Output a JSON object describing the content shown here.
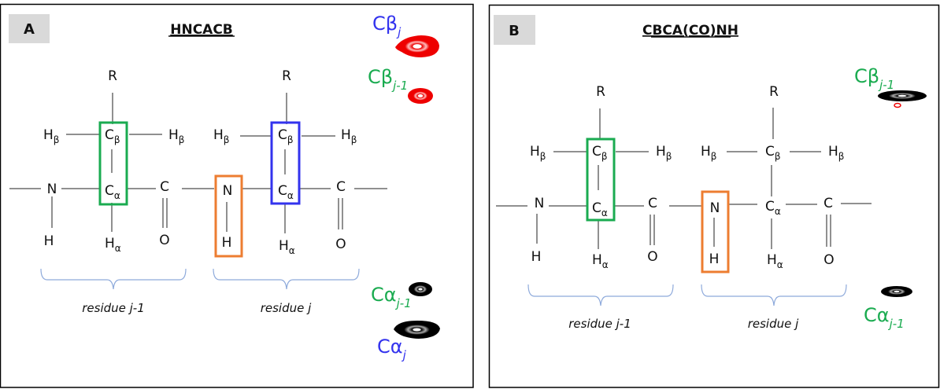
{
  "colors": {
    "green": "#1aab50",
    "blue": "#3333ee",
    "orange": "#ed7d31",
    "peak_red": "#ee0000",
    "peak_black": "#000000",
    "label_bg": "#d9d9d9",
    "brace": "#8eaadb"
  },
  "atoms": {
    "R": "R",
    "H": "H",
    "N": "N",
    "C": "C",
    "O": "O",
    "beta": "β",
    "alpha": "α"
  },
  "panels": [
    {
      "label": "A",
      "title": "HNCACB",
      "residues": [
        "residue j-1",
        "residue j"
      ],
      "highlights": [
        {
          "atoms": "Cβ–Cα of residue j-1",
          "color": "green"
        },
        {
          "atoms": "N–H of residue j",
          "color": "orange"
        },
        {
          "atoms": "Cβ–Cα of residue j",
          "color": "blue"
        }
      ],
      "peaks": [
        {
          "base": "Cβ",
          "sub": "j",
          "label_color": "blue",
          "peak_color": "red"
        },
        {
          "base": "Cβ",
          "sub": "j-1",
          "label_color": "green",
          "peak_color": "red"
        },
        {
          "base": "Cα",
          "sub": "j-1",
          "label_color": "green",
          "peak_color": "black"
        },
        {
          "base": "Cα",
          "sub": "j",
          "label_color": "blue",
          "peak_color": "black"
        }
      ]
    },
    {
      "label": "B",
      "title": "CBCA(CO)NH",
      "residues": [
        "residue j-1",
        "residue j"
      ],
      "highlights": [
        {
          "atoms": "Cβ–Cα of residue j-1",
          "color": "green"
        },
        {
          "atoms": "N–H of residue j",
          "color": "orange"
        }
      ],
      "peaks": [
        {
          "base": "Cβ",
          "sub": "j-1",
          "label_color": "green",
          "peak_color": "black"
        },
        {
          "base": "Cα",
          "sub": "j-1",
          "label_color": "green",
          "peak_color": "black"
        }
      ]
    }
  ]
}
